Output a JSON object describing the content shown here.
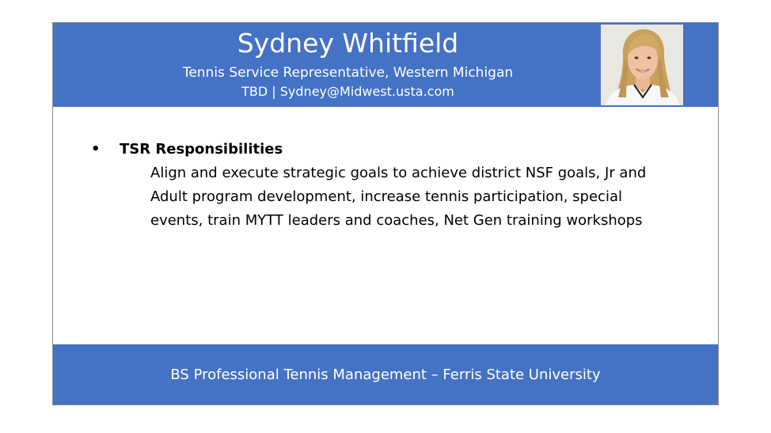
{
  "header": {
    "name": "Sydney Whitfield",
    "role": "Tennis Service Representative, Western Michigan",
    "contact": "TBD | Sydney@Midwest.usta.com"
  },
  "body": {
    "bullet_symbol": "•",
    "heading": "TSR Responsibilities",
    "text": "Align and execute strategic goals to achieve district NSF goals, Jr and Adult program development, increase tennis participation, special events, train MYTT leaders and coaches, Net Gen training workshops"
  },
  "footer": {
    "degree": "BS Professional Tennis Management – Ferris State University"
  },
  "colors": {
    "banner": "#4472c4",
    "text_on_banner": "#ffffff"
  }
}
